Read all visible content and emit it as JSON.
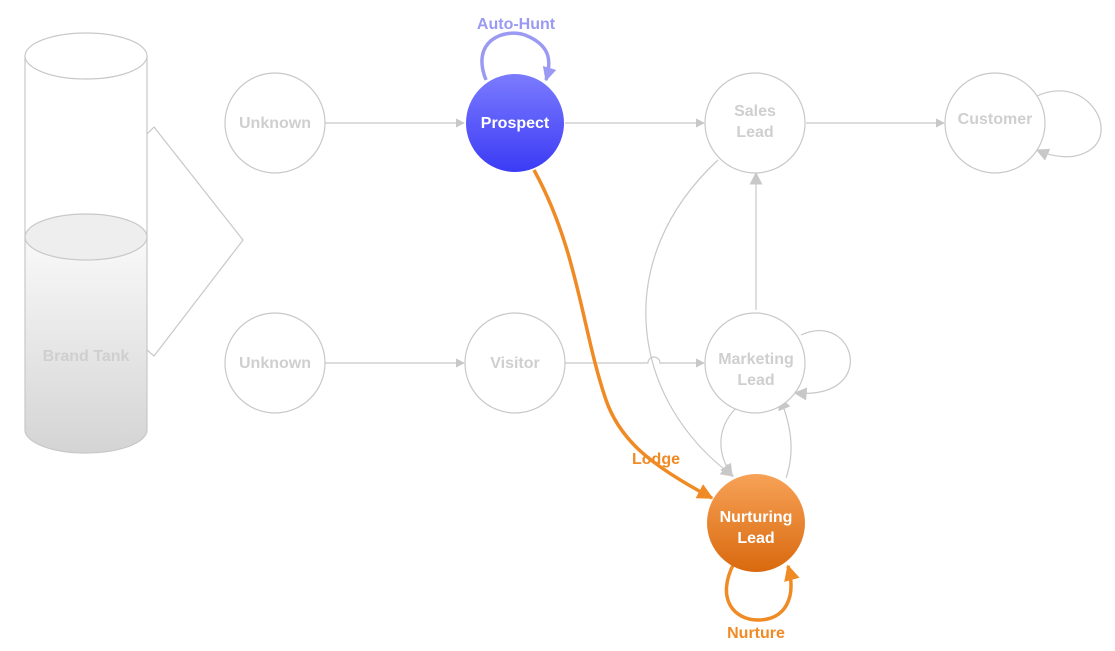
{
  "tank": {
    "label": "Brand Tank"
  },
  "nodes": {
    "unknown_top": "Unknown",
    "unknown_bottom": "Unknown",
    "prospect": "Prospect",
    "visitor": "Visitor",
    "sales_lead": {
      "line1": "Sales",
      "line2": "Lead"
    },
    "marketing_lead": {
      "line1": "Marketing",
      "line2": "Lead"
    },
    "nurturing_lead": {
      "line1": "Nurturing",
      "line2": "Lead"
    },
    "customer": "Customer"
  },
  "edges": {
    "auto_hunt": "Auto-Hunt",
    "lodge": "Lodge",
    "nurture": "Nurture"
  },
  "colors": {
    "muted": "#c8c8c8",
    "muted_text": "#cfcfcf",
    "prospect_top": "#7b7bff",
    "prospect_bottom": "#3b3bf5",
    "auto_hunt": "#9a9af2",
    "nurture_top": "#f7a257",
    "nurture_bottom": "#d9690e",
    "orange": "#f08a24"
  }
}
